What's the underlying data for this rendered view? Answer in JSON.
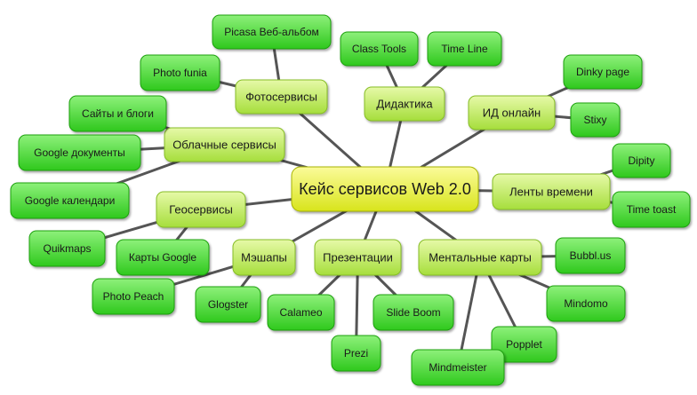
{
  "colors": {
    "line": "#555555",
    "center_fill_top": "#fbfb9a",
    "center_fill_bottom": "#d8e41c",
    "center_stroke": "#a8b400",
    "category_fill_top": "#e6f9a8",
    "category_fill_bottom": "#a6de3c",
    "category_stroke": "#86bd25",
    "leaf_fill_top": "#8df07a",
    "leaf_fill_bottom": "#2fc81d",
    "leaf_stroke": "#1ea010"
  },
  "center": {
    "id": "center",
    "label": "Кейс сервисов Web 2.0"
  },
  "categories": [
    {
      "id": "photo",
      "label": "Фотосервисы"
    },
    {
      "id": "didactics",
      "label": "Дидактика"
    },
    {
      "id": "id-online",
      "label": "ИД онлайн"
    },
    {
      "id": "cloud",
      "label": "Облачные сервисы"
    },
    {
      "id": "timelines",
      "label": "Ленты времени"
    },
    {
      "id": "geo",
      "label": "Геосервисы"
    },
    {
      "id": "mashups",
      "label": "Мэшапы"
    },
    {
      "id": "presentations",
      "label": "Презентации"
    },
    {
      "id": "mindmaps",
      "label": "Ментальные карты"
    }
  ],
  "leaves": [
    {
      "id": "picasa",
      "label": "Picasa Веб-альбом",
      "parent": "photo"
    },
    {
      "id": "photo-funia",
      "label": "Photo funia",
      "parent": "photo"
    },
    {
      "id": "class-tools",
      "label": "Class Tools",
      "parent": "didactics"
    },
    {
      "id": "time-line",
      "label": "Time Line",
      "parent": "didactics"
    },
    {
      "id": "dinky-page",
      "label": "Dinky page",
      "parent": "id-online"
    },
    {
      "id": "stixy",
      "label": "Stixy",
      "parent": "id-online"
    },
    {
      "id": "sites-blogs",
      "label": "Сайты и блоги",
      "parent": "cloud"
    },
    {
      "id": "google-docs",
      "label": "Google документы",
      "parent": "cloud"
    },
    {
      "id": "google-calendar",
      "label": "Google календари",
      "parent": "cloud"
    },
    {
      "id": "dipity",
      "label": "Dipity",
      "parent": "timelines"
    },
    {
      "id": "time-toast",
      "label": "Time toast",
      "parent": "timelines"
    },
    {
      "id": "quikmaps",
      "label": "Quikmaps",
      "parent": "geo"
    },
    {
      "id": "google-maps",
      "label": "Карты Google",
      "parent": "geo"
    },
    {
      "id": "photo-peach",
      "label": "Photo Peach",
      "parent": "mashups"
    },
    {
      "id": "glogster",
      "label": "Glogster",
      "parent": "mashups"
    },
    {
      "id": "calameo",
      "label": "Calameo",
      "parent": "presentations"
    },
    {
      "id": "prezi",
      "label": "Prezi",
      "parent": "presentations"
    },
    {
      "id": "slide-boom",
      "label": "Slide Boom",
      "parent": "presentations"
    },
    {
      "id": "bubbl",
      "label": "Bubbl.us",
      "parent": "mindmaps"
    },
    {
      "id": "mindomo",
      "label": "Mindomo",
      "parent": "mindmaps"
    },
    {
      "id": "popplet",
      "label": "Popplet",
      "parent": "mindmaps"
    },
    {
      "id": "mindmeister",
      "label": "Mindmeister",
      "parent": "mindmaps"
    }
  ]
}
